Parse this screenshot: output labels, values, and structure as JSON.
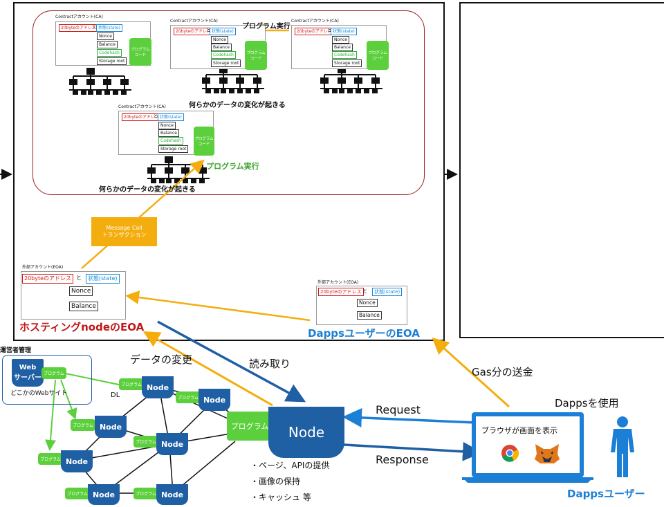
{
  "ca_title": "Contractアカウント(CA)",
  "ca_fields": {
    "address": "20byteのアドレス",
    "to": "と",
    "state": "状態(state)",
    "nonce": "Nonce",
    "balance": "Balance",
    "codehash": "Codehash",
    "storage": "Storage root"
  },
  "program_code": "プログラム\nコード",
  "program_exec": "プログラム実行",
  "data_change": "何らかのデータの変化が起きる",
  "message_call": "Message Call\nトランザクション",
  "eoa_title": "外部アカウント(EOA)",
  "eoa_fields": {
    "address": "20byteのアドレス",
    "to": "と",
    "state": "状態(state)",
    "nonce": "Nonce",
    "balance": "Balance"
  },
  "hosting_eoa": "ホスティングnodeのEOA",
  "dapps_eoa": "DappsユーザーのEOA",
  "operator": "運営者管理",
  "webserver": "Web\nサーバー",
  "program": "プログラム",
  "somewhere_web": "どこかのWebサイト",
  "dl": "DL",
  "node": "Node",
  "data_change_short": "データの変更",
  "read": "読み取り",
  "gas": "Gas分の送金",
  "request": "Request",
  "response": "Response",
  "use_dapps": "Dappsを使用",
  "browser_text": "ブラウザが画面を表示",
  "dapps_user": "Dappsユーザー",
  "services": [
    "・ページ、APIの提供",
    "・画像の保持",
    "・キャッシュ 等"
  ],
  "colors": {
    "orange": "#f4ad0e",
    "blue": "#1c7fd6",
    "green": "#5ccf3c",
    "node": "#1f5fa3",
    "red": "#c01818"
  }
}
